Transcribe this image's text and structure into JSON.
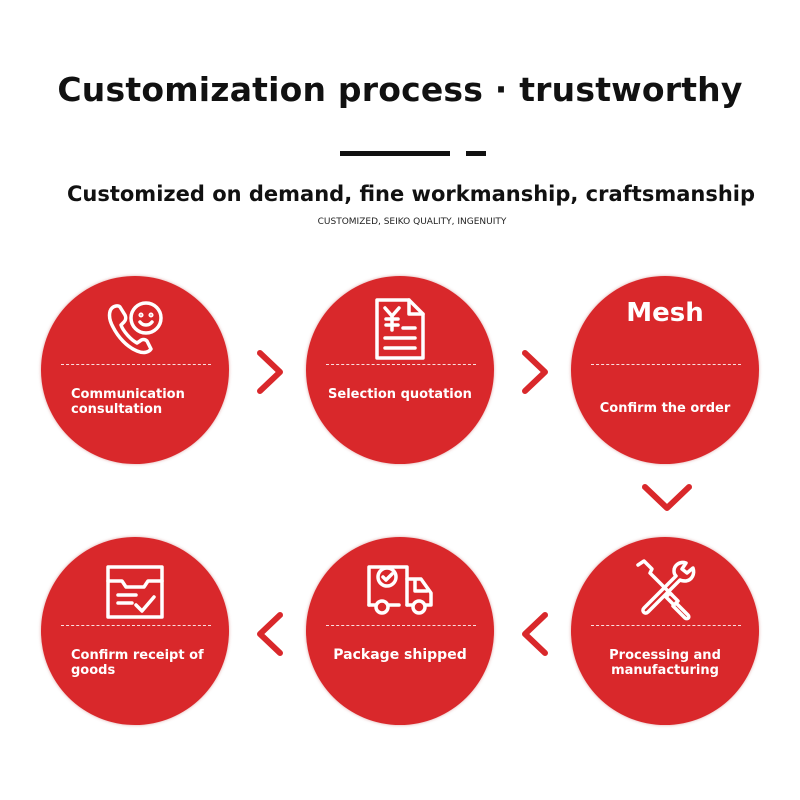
{
  "header": {
    "title": "Customization process · trustworthy",
    "subtitle": "Customized on demand, fine workmanship, craftsmanship",
    "tagline": "CUSTOMIZED, SEIKO QUALITY, INGENUITY"
  },
  "steps": [
    {
      "label": "Communication consultation",
      "icon": "phone-smile-icon"
    },
    {
      "label": "Selection quotation",
      "icon": "yen-document-icon"
    },
    {
      "label": "Confirm the order",
      "icon_text": "Mesh"
    },
    {
      "label": "Processing and manufacturing",
      "icon": "wrench-screwdriver-icon"
    },
    {
      "label": "Package shipped",
      "icon": "delivery-truck-icon"
    },
    {
      "label": "Confirm receipt of goods",
      "icon": "inbox-check-icon"
    }
  ],
  "colors": {
    "accent": "#d9282b",
    "text": "#111111",
    "background": "#ffffff"
  }
}
